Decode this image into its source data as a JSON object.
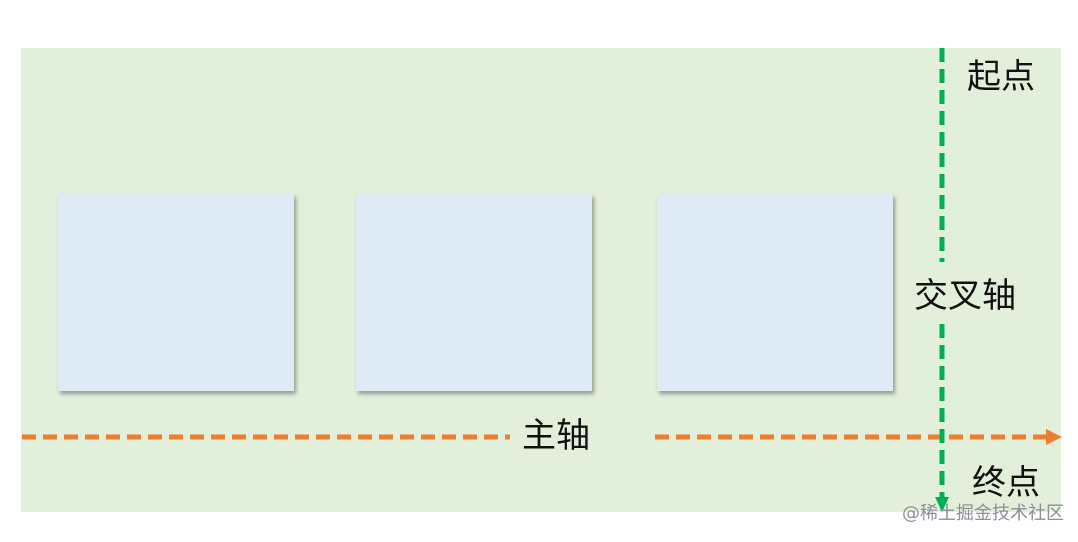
{
  "labels": {
    "start": "起点",
    "cross_axis": "交叉轴",
    "main_axis": "主轴",
    "end": "终点"
  },
  "watermark": "@稀土掘金技术社区",
  "colors": {
    "container_bg": "#e2efda",
    "item_bg": "#deebf7",
    "main_axis": "#ed7d31",
    "cross_axis": "#00b050"
  },
  "items": [
    {
      "id": "item-1"
    },
    {
      "id": "item-2"
    },
    {
      "id": "item-3"
    }
  ]
}
